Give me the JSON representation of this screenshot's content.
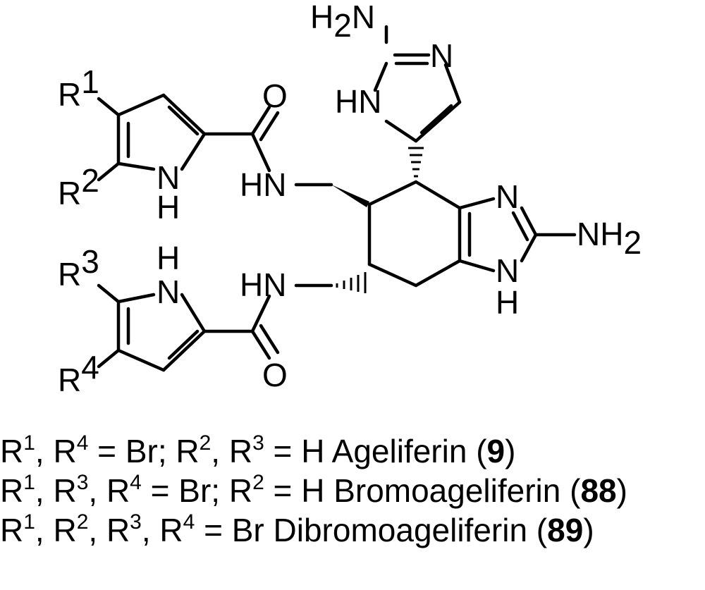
{
  "structure": {
    "atom_labels": {
      "r1": "R",
      "r1_sup": "1",
      "r2": "R",
      "r2_sup": "2",
      "r3": "R",
      "r3_sup": "3",
      "r4": "R",
      "r4_sup": "4",
      "h2n_a": "H",
      "h2n_b": "N",
      "h2n_sub": "2",
      "n_imid": "N",
      "hn_imid": "HN",
      "o_top": "O",
      "o_bottom": "O",
      "hn_amide_top": "HN",
      "hn_amide_bottom": "HN",
      "nh_pyrrole_top_n": "N",
      "nh_pyrrole_top_h": "H",
      "nh_pyrrole_bottom_n": "N",
      "nh_pyrrole_bottom_h": "H",
      "n_benz": "N",
      "nh2_right": "NH",
      "nh2_right_sub": "2",
      "nh_benz_n": "N",
      "nh_benz_h": "H"
    }
  },
  "legend": [
    {
      "prefix": "R",
      "s1": "1",
      "mid1": ", R",
      "s2": "4",
      "text": " = Br; R",
      "s3": "2",
      "mid2": ", R",
      "s4": "3",
      "tail": " = H  Ageliferin (",
      "num": "9",
      "close": ")"
    },
    {
      "prefix": "R",
      "s1": "1",
      "mid1": ", R",
      "s2": "3",
      "mid2": ", R",
      "s3": "4",
      "text": " = Br; R",
      "s4": "2",
      "tail": " = H  Bromoageliferin (",
      "num": "88",
      "close": ")"
    },
    {
      "prefix": "R",
      "s1": "1",
      "mid1": ", R",
      "s2": "2",
      "mid2": ", R",
      "s3": "3",
      "mid3": ", R",
      "s4": "4",
      "tail": " = Br  Dibromoageliferin (",
      "num": "89",
      "close": ")"
    }
  ]
}
